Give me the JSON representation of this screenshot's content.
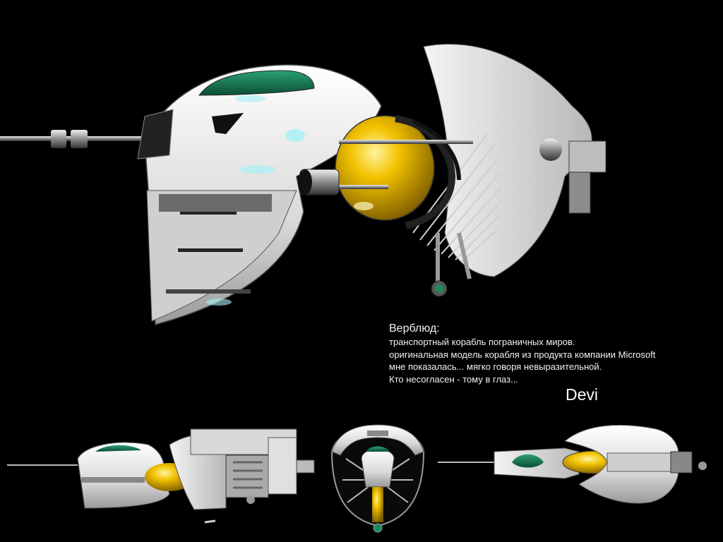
{
  "caption": {
    "title": "Верблюд:",
    "lines": [
      "транспортный корабль пограничных миров.",
      "оригинальная модель корабля из продукта компании Microsoft",
      "мне показалась... мягко говоря невыразительной.",
      "Кто несогласен - тому в глаз..."
    ]
  },
  "signature": "Devi",
  "colors": {
    "background": "#000000",
    "hull": "#e6e6e6",
    "fuel_tank": "#f2c200",
    "canopy": "#1f8a5a",
    "glow": "#a8f0f5"
  },
  "views": [
    {
      "name": "main-perspective-view"
    },
    {
      "name": "side-view"
    },
    {
      "name": "front-view"
    },
    {
      "name": "top-view"
    }
  ]
}
